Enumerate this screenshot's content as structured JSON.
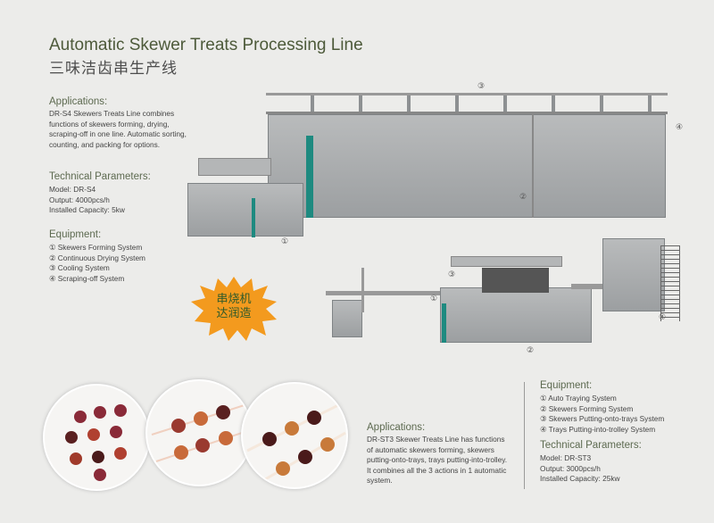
{
  "header": {
    "title": "Automatic Skewer Treats Processing Line",
    "title_cn": "三味洁齿串生产线"
  },
  "line1": {
    "applications_heading": "Applications:",
    "applications_text": "DR-S4 Skewers Treats Line combines functions of skewers forming, drying, scraping-off in one line. Automatic sorting, counting, and packing for options.",
    "tech_heading": "Technical Parameters:",
    "model": "Model: DR-S4",
    "output": "Output: 4000pcs/h",
    "capacity": "Installed Capacity: 5kw",
    "equipment_heading": "Equipment:",
    "equipment": [
      "① Skewers Forming System",
      "② Continuous Drying System",
      "③ Cooling System",
      "④ Scraping-off System"
    ],
    "markers": [
      "①",
      "②",
      "③",
      "④"
    ]
  },
  "badge": {
    "line1": "串烧机",
    "line2": "达润造",
    "color": "#f39a1e"
  },
  "line2": {
    "applications_heading": "Applications:",
    "applications_text": "DR-ST3 Skewer Treats Line has functions of automatic skewers forming, skewers putting-onto-trays,  trays putting-into-trolley. It combines all the 3 actions in 1 automatic system.",
    "equipment_heading": "Equipment:",
    "equipment": [
      "① Auto Traying System",
      "② Skewers Forming System",
      "③ Skewers Putting-onto-trays System",
      "④ Trays Putting-into-trolley System"
    ],
    "tech_heading": "Technical Parameters:",
    "model": "Model: DR-ST3",
    "output": "Output: 3000pcs/h",
    "capacity": "Installed Capacity: 25kw",
    "markers": [
      "①",
      "②",
      "③",
      "④"
    ]
  },
  "colors": {
    "teal": "#1e8a80",
    "steel": "#a8abad"
  }
}
